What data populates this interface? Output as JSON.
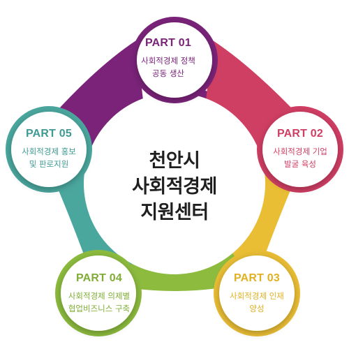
{
  "center": {
    "line1": "천안시",
    "line2": "사회적경제",
    "line3": "지원센터"
  },
  "parts": [
    {
      "part": "PART 01",
      "desc1": "사회적경제 정책",
      "desc2": "공동 생산",
      "color": "#7a2379"
    },
    {
      "part": "PART 02",
      "desc1": "사회적경제 기업",
      "desc2": "발굴 육성",
      "color": "#cf3e63"
    },
    {
      "part": "PART 03",
      "desc1": "사회적경제 인재",
      "desc2": "양성",
      "color": "#e0b123"
    },
    {
      "part": "PART 04",
      "desc1": "사회적경제 의제별",
      "desc2": "협업비즈니스 구축",
      "color": "#80ad35"
    },
    {
      "part": "PART 05",
      "desc1": "사회적경제 홍보",
      "desc2": "및 판로지원",
      "color": "#3f9a93"
    }
  ],
  "colors": {
    "purple": "#7a2379",
    "pink": "#cf3e63",
    "yellow": "#e9bd34",
    "green": "#8cbb3e",
    "teal": "#4aa79e"
  }
}
